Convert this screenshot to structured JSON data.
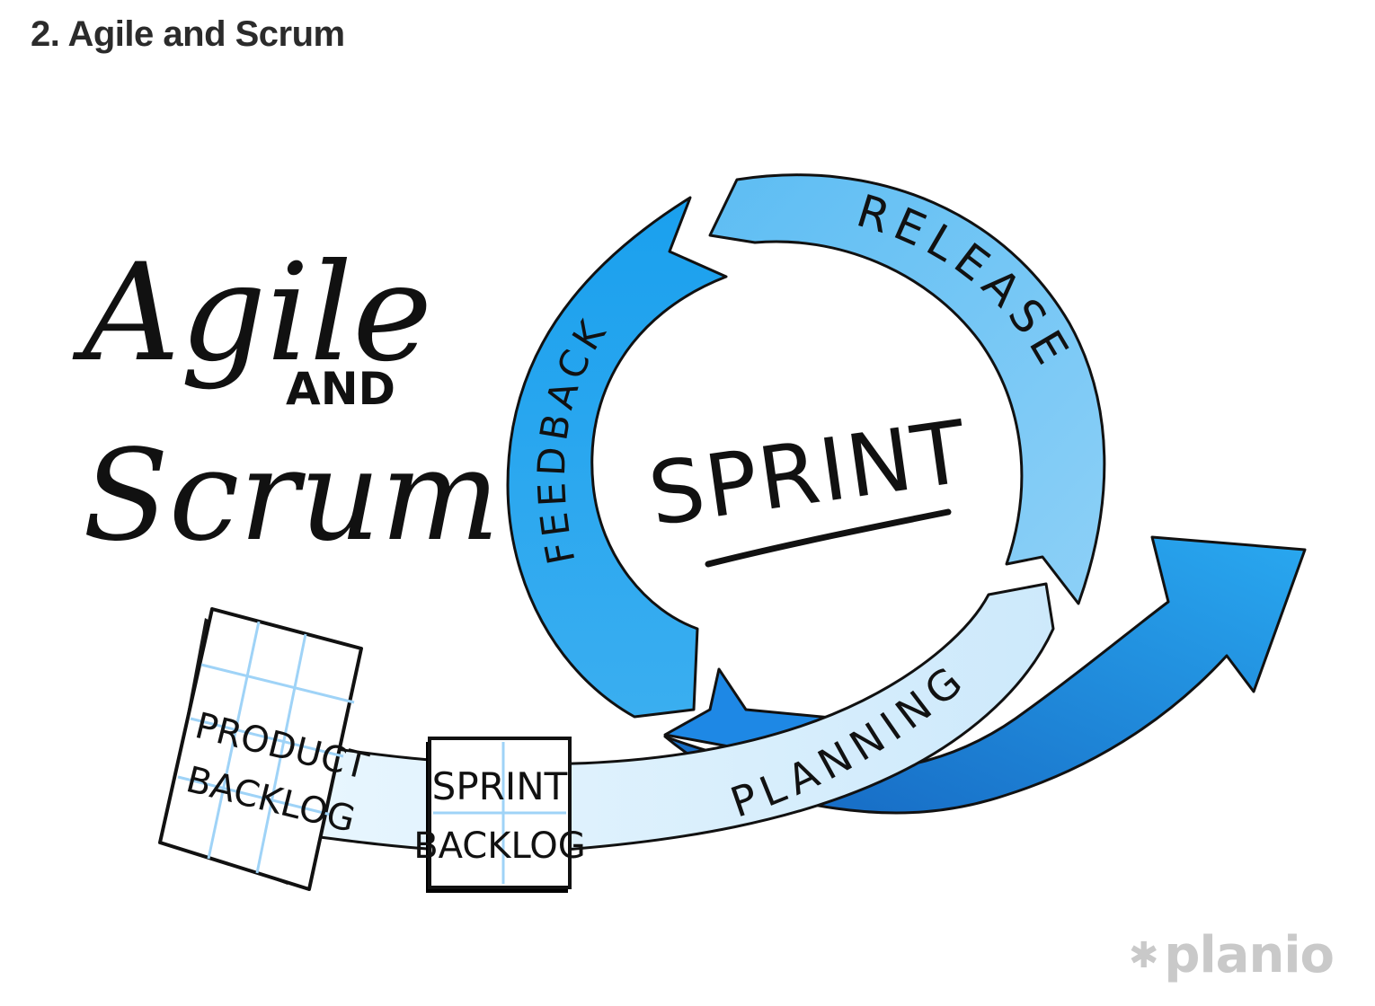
{
  "heading": "2. Agile and Scrum",
  "title_art": {
    "line1": "Agile",
    "line2": "AND",
    "line3": "Scrum"
  },
  "cycle": {
    "center": "SPRINT",
    "arrow_top": "RELEASE",
    "arrow_left": "FEEDBACK",
    "arrow_bottom": "PLANNING"
  },
  "cards": {
    "product_backlog": [
      "PRODUCT",
      "BACKLOG"
    ],
    "sprint_backlog": [
      "SPRINT",
      "BACKLOG"
    ]
  },
  "brand": {
    "name": "planio"
  },
  "colors": {
    "blue_dark": "#1e88e5",
    "blue_mid": "#29a8f0",
    "blue_light": "#7cc8f5",
    "blue_pale": "#d9effc",
    "grid": "#9fd3f7",
    "ink": "#111111",
    "brand_grey": "#c9c9c9"
  }
}
